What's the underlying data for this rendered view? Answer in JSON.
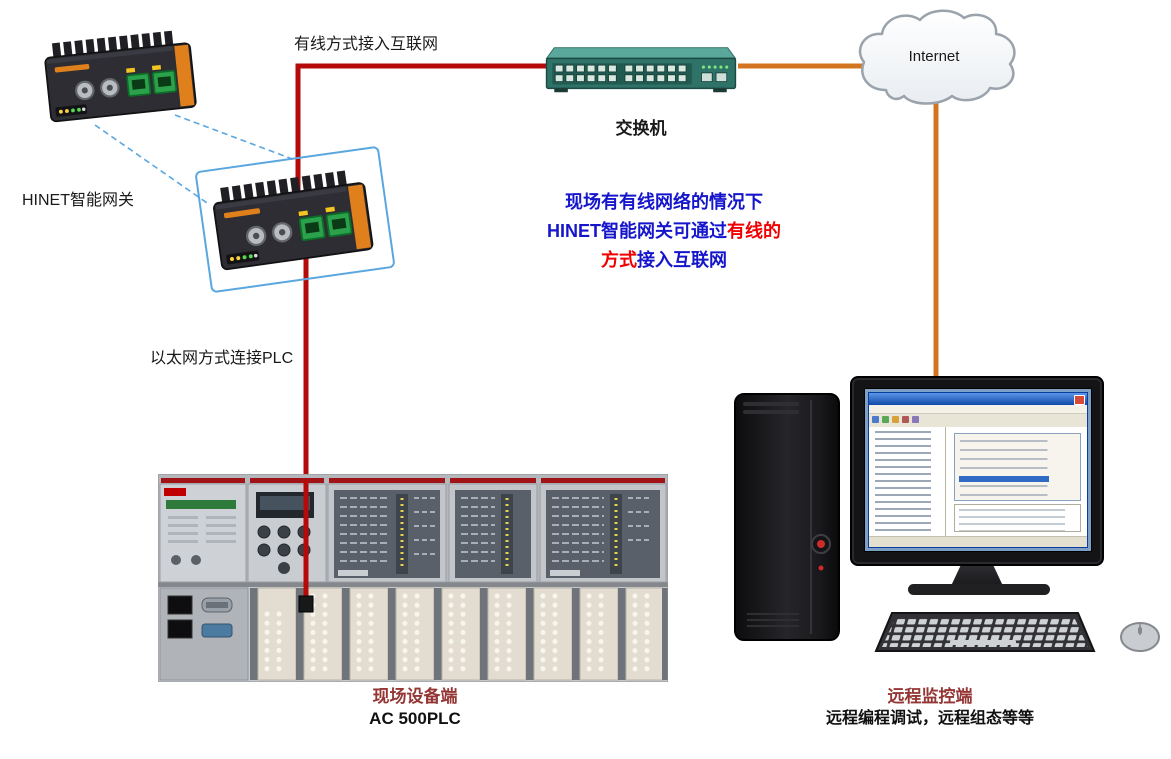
{
  "labels": {
    "hinet_gateway": "HINET智能网关",
    "wired_link": "有线方式接入互联网",
    "switch": "交换机",
    "internet": "Internet",
    "ethernet_link": "以太网方式连接PLC",
    "plc_title": "现场设备端",
    "plc_model": "AC 500PLC",
    "remote_title": "远程监控端",
    "remote_desc": "远程编程调试，远程组态等等"
  },
  "note": {
    "line1": "现场有有线网络的情况下",
    "line2_blue": "HINET智能网关可通过",
    "line2_red": "有线的",
    "line3_red": "方式",
    "line3_blue": "接入互联网"
  },
  "colors": {
    "cable-red": "#b50a0a",
    "cable-orange": "#d2751e",
    "note-blue": "#1515cc",
    "note-red": "#f00000",
    "title-dark-red": "#943634",
    "text-black": "#1a1a1a",
    "highlight-blue": "#5aa7e0"
  }
}
